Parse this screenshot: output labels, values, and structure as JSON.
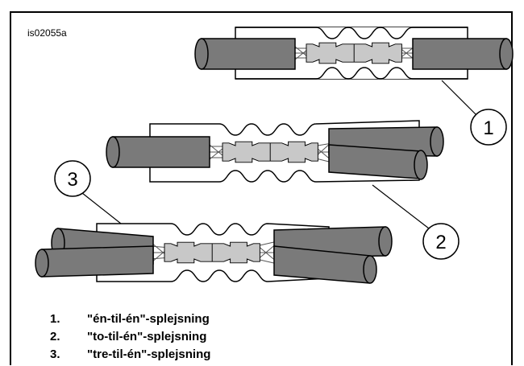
{
  "figure_id": "is02055a",
  "callouts": [
    "1",
    "2",
    "3"
  ],
  "legend": [
    {
      "num": "1.",
      "text": "\"én-til-én\"-splejsning"
    },
    {
      "num": "2.",
      "text": "\"to-til-én\"-splejsning"
    },
    {
      "num": "3.",
      "text": "\"tre-til-én\"-splejsning"
    }
  ],
  "colors": {
    "wire_insulation": "#7a7a7a",
    "connector": "#c8c8c8",
    "strands": "#9a9a9a",
    "outline": "#000000"
  }
}
